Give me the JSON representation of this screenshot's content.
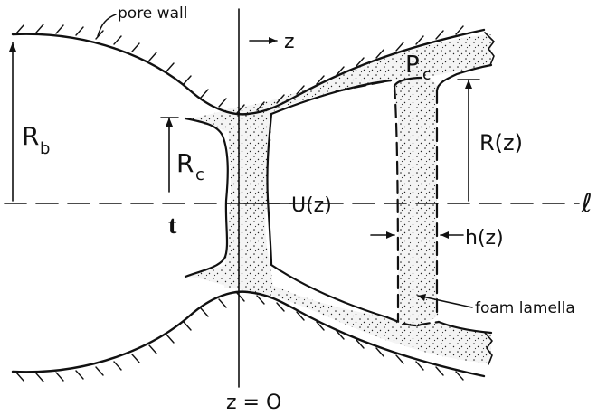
{
  "labels": {
    "pore_wall": "pore wall",
    "z_axis": "z",
    "r_b_main": "R",
    "r_b_sub": "b",
    "r_c_main": "R",
    "r_c_sub": "c",
    "p_c_main": "P",
    "p_c_sub": "c",
    "r_z": "R(z)",
    "u_z": "U(z)",
    "h_z": "h(z)",
    "centerline": "ℓ",
    "t": "t",
    "foam_lamella": "foam lamella",
    "z_zero": "z = O"
  },
  "colors": {
    "ink": "#111111",
    "film": "#f4f4f4"
  }
}
